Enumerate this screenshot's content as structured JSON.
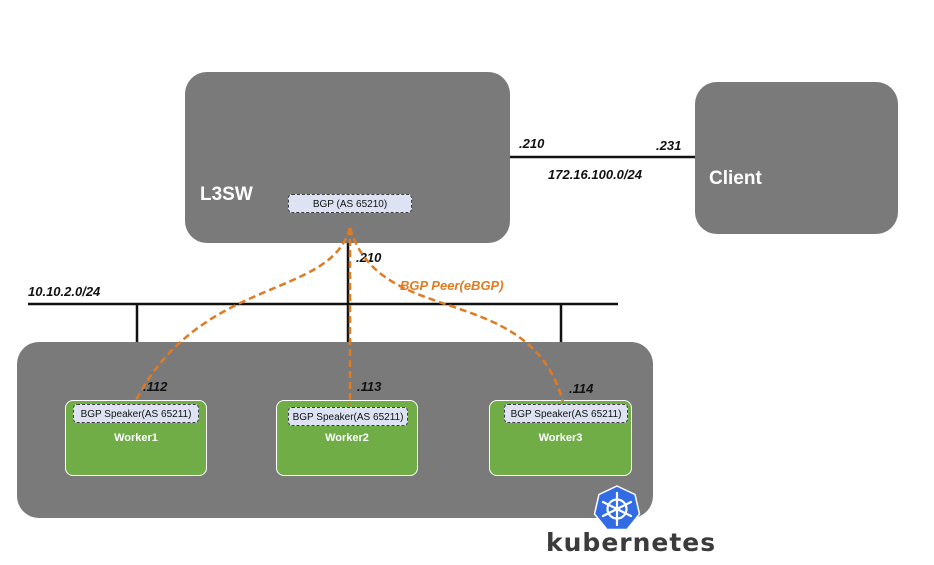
{
  "l3sw": {
    "label": "L3SW",
    "bgp": "BGP (AS 65210)"
  },
  "client": {
    "label": "Client"
  },
  "links": {
    "uplink_left_ip": ".210",
    "uplink_right_ip": ".231",
    "uplink_subnet": "172.16.100.0/24",
    "l3sw_down_ip": ".210",
    "lan_subnet": "10.10.2.0/24"
  },
  "peer_label": "BGP Peer(eBGP)",
  "workers": [
    {
      "name": "Worker1",
      "bgp": "BGP Speaker(AS 65211)",
      "ip": ".112"
    },
    {
      "name": "Worker2",
      "bgp": "BGP Speaker(AS 65211)",
      "ip": ".113"
    },
    {
      "name": "Worker3",
      "bgp": "BGP Speaker(AS 65211)",
      "ip": ".114"
    }
  ],
  "kubernetes": {
    "label": "kubernetes",
    "logo_icon": "kubernetes-helm-icon"
  },
  "colors": {
    "box_gray": "#7a7a7a",
    "worker_green": "#70ad47",
    "peer_orange": "#e07b22",
    "bgp_tag_bg": "#dde3f3"
  }
}
